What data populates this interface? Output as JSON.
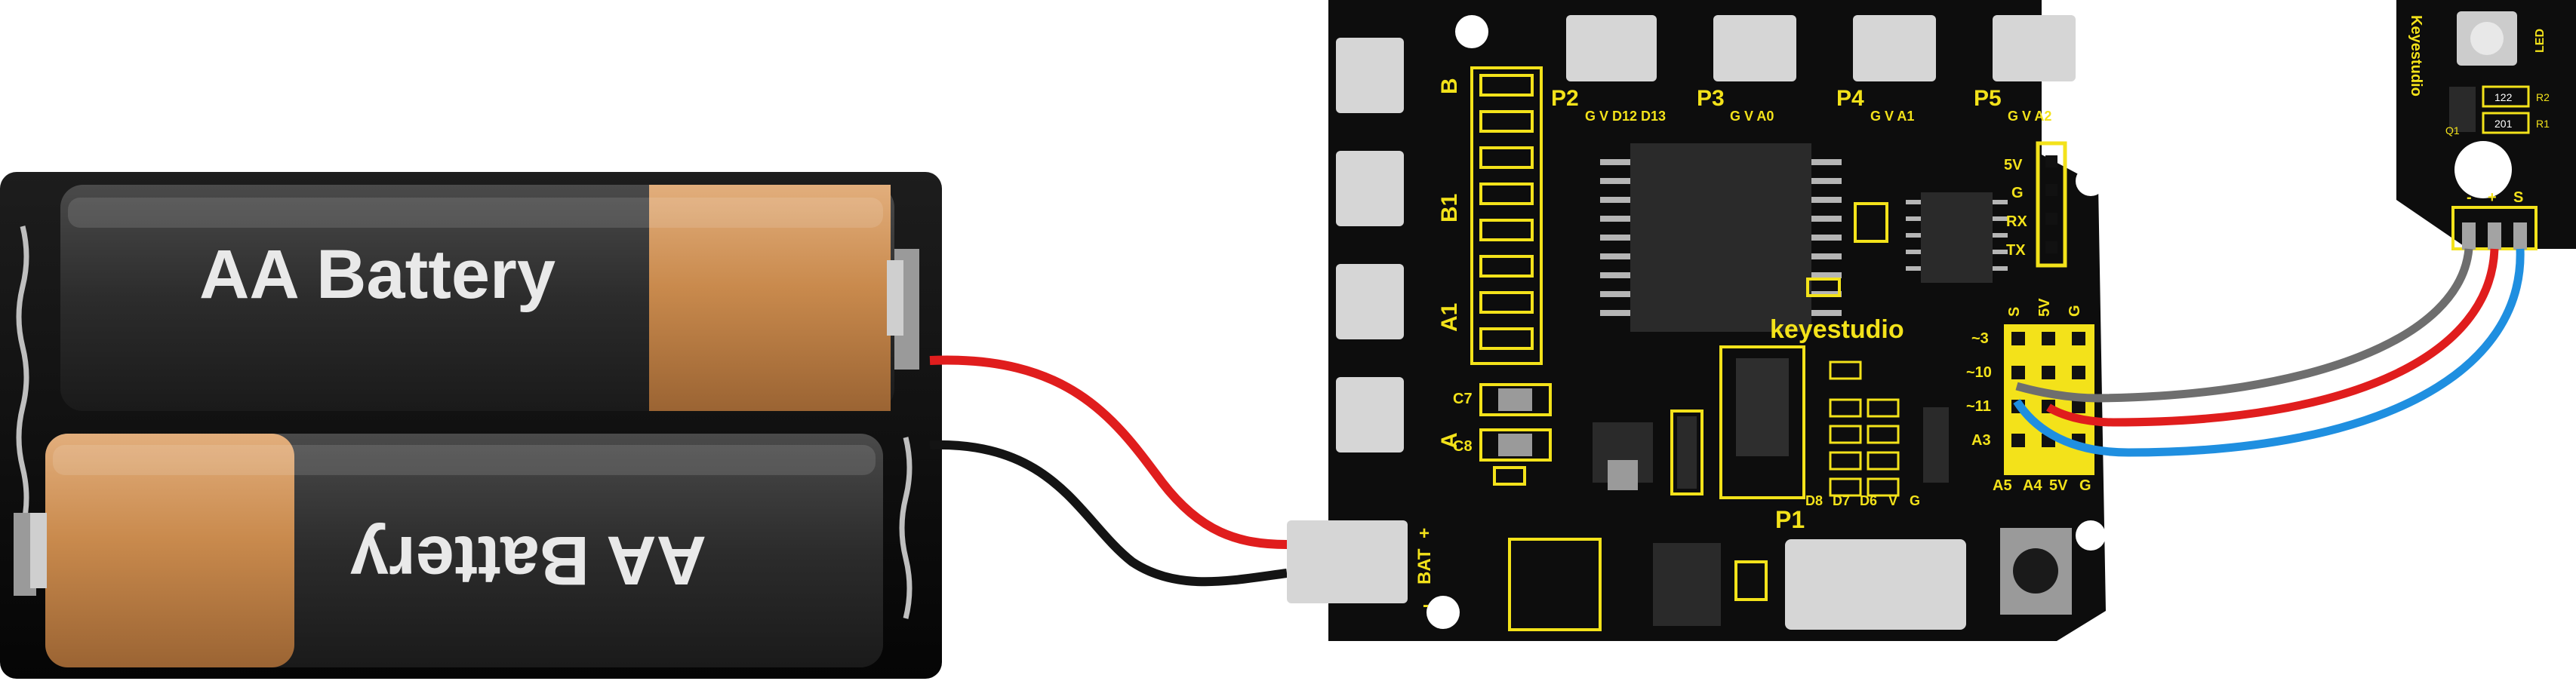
{
  "battery": {
    "top_label": "AA Battery",
    "bottom_label": "AA Battery"
  },
  "shield": {
    "brand": "keyestudio",
    "left_labels": [
      "B",
      "B1",
      "A1",
      "A"
    ],
    "cap_labels": [
      "C7",
      "C8"
    ],
    "bat_pins": [
      "+",
      "BAT",
      "-"
    ],
    "ports": [
      {
        "name": "P2",
        "pins": "G V D12 D13"
      },
      {
        "name": "P3",
        "pins": "G V A0"
      },
      {
        "name": "P4",
        "pins": "G V A1"
      },
      {
        "name": "P5",
        "pins": "G V A2"
      }
    ],
    "serial_pins": [
      "5V",
      "G",
      "RX",
      "TX"
    ],
    "grid_header": [
      "S",
      "5V",
      "G"
    ],
    "grid_rows": [
      "~3",
      "~10",
      "~11",
      "A3"
    ],
    "grid_footer": [
      "A5",
      "A4",
      "5V",
      "G"
    ],
    "p1_pins": [
      "D8",
      "D7",
      "D6",
      "V",
      "G"
    ],
    "p1_name": "P1"
  },
  "module": {
    "brand": "Keyestudio",
    "led_label": "LED",
    "q_label": "Q1",
    "r2_label": "R2",
    "r1_label": "R1",
    "r2_value": "122",
    "r1_value": "201",
    "pins": [
      "-",
      "+",
      "S"
    ]
  },
  "colors": {
    "pcb": "#0d0d0d",
    "silk": "#f3e21a",
    "wire_red": "#e01d1d",
    "wire_black": "#141414",
    "wire_grey": "#6e6e6e",
    "wire_blue": "#1f8fe0",
    "battery_copper": "#c98a4d",
    "battery_body": "#2f2f2f"
  }
}
